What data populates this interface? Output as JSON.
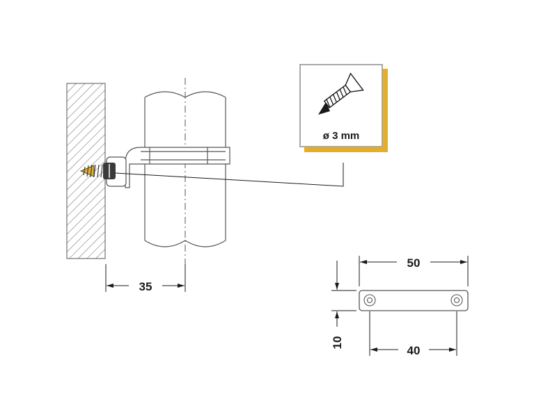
{
  "screw_callout": {
    "label": "ø 3 mm",
    "icon": "countersunk-screw-icon",
    "shadow_color": "#e3ae2a",
    "frame_color": "#a8a8a8"
  },
  "dimensions": {
    "wall_to_tube_axis": "35",
    "plate_length": "50",
    "plate_hole_spacing": "40",
    "plate_height": "10"
  },
  "colors": {
    "line": "#1a1a1a",
    "part_outline": "#555555",
    "screw_tip": "#e3ae2a"
  }
}
